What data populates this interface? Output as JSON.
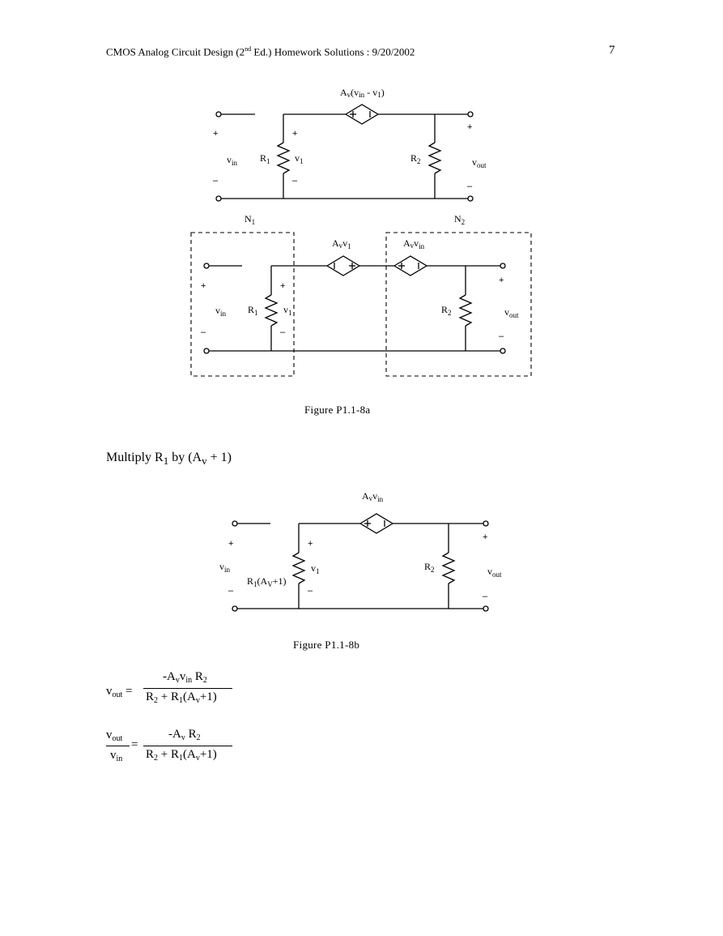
{
  "header": {
    "title_pre": "CMOS Analog Circuit Design (2",
    "title_sup": "nd",
    "title_post": " Ed.) Homework Solutions : 9/20/2002",
    "page_number": "7"
  },
  "figure_a": {
    "caption": "Figure P1.1-8a",
    "top": {
      "src_A": "A",
      "src_v": "v",
      "src_paren": "(v",
      "src_in": "in",
      "src_mid": " - v",
      "src_1": "1",
      "src_close": ")",
      "vin": "v",
      "vin_sub": "in",
      "r1": "R",
      "r1_sub": "1",
      "v1": "v",
      "v1_sub": "1",
      "r2": "R",
      "r2_sub": "2",
      "vout": "v",
      "vout_sub": "out"
    },
    "bottom": {
      "n1": "N",
      "n1_sub": "1",
      "n2": "N",
      "n2_sub": "2",
      "src1_A": "A",
      "src1_v": "v",
      "src1_v1": "v",
      "src1_1": "1",
      "src2_A": "A",
      "src2_v": "v",
      "src2_vin": "v",
      "src2_in": "in",
      "vin": "v",
      "vin_sub": "in",
      "r1": "R",
      "r1_sub": "1",
      "v1": "v",
      "v1_sub": "1",
      "r2": "R",
      "r2_sub": "2",
      "vout": "v",
      "vout_sub": "out"
    }
  },
  "instruction": {
    "pre": "Multiply R",
    "sub1": "1",
    "mid": " by (A",
    "subv": "v",
    "post": " + 1)"
  },
  "figure_b": {
    "caption": "Figure P1.1-8b",
    "src_A": "A",
    "src_v": "v",
    "src_vin": "v",
    "src_in": "in",
    "vin": "v",
    "vin_sub": "in",
    "r1": "R",
    "r1_sub": "1",
    "r1_post": "(A",
    "r1_v": "V",
    "r1_end": "+1)",
    "v1": "v",
    "v1_sub": "1",
    "r2": "R",
    "r2_sub": "2",
    "vout": "v",
    "vout_sub": "out"
  },
  "equation1": {
    "lhs": "v",
    "lhs_sub": "out",
    "eq": "=",
    "num": "-A",
    "num_v": "v",
    "num_vin": "v",
    "num_in": "in",
    "num_R": " R",
    "num_2": "2",
    "den_R": "R",
    "den_2": "2",
    "den_mid": " + R",
    "den_1": "1",
    "den_paren": "(A",
    "den_v": "v",
    "den_end": "+1)"
  },
  "equation2": {
    "top": "v",
    "top_sub": "out",
    "bottom": "v",
    "bottom_sub": "in",
    "eq": "=",
    "num": "-A",
    "num_v": "v",
    "num_R": " R",
    "num_2": "2",
    "den_R": "R",
    "den_2": "2",
    "den_mid": " + R",
    "den_1": "1",
    "den_paren": "(A",
    "den_v": "v",
    "den_end": "+1)"
  }
}
